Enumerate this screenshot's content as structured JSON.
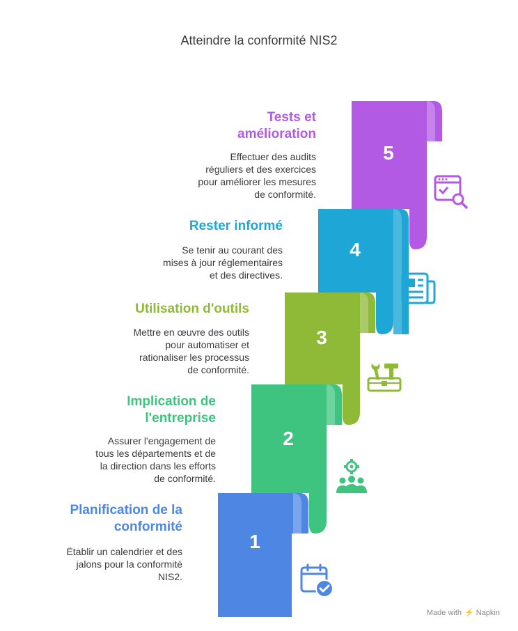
{
  "title": "Atteindre la conformité NIS2",
  "steps": [
    {
      "number": "1",
      "title_line1": "Planification de la",
      "title_line2": "conformité",
      "desc": [
        "Établir un calendrier et des",
        "jalons pour la conformité",
        "NIS2."
      ],
      "color": "#4e86e4",
      "icon": "calendar-check-icon"
    },
    {
      "number": "2",
      "title_line1": "Implication de",
      "title_line2": "l'entreprise",
      "desc": [
        "Assurer l'engagement de",
        "tous les départements et de",
        "la direction dans les efforts",
        "de conformité."
      ],
      "color": "#3ec47f",
      "icon": "team-gear-icon"
    },
    {
      "number": "3",
      "title_line1": "Utilisation d'outils",
      "title_line2": "",
      "desc": [
        "Mettre en œuvre des outils",
        "pour automatiser et",
        "rationaliser les processus",
        "de conformité."
      ],
      "color": "#8fba37",
      "icon": "toolbox-icon"
    },
    {
      "number": "4",
      "title_line1": "Rester informé",
      "title_line2": "",
      "desc": [
        "Se tenir au courant des",
        "mises à jour réglementaires",
        "et des directives."
      ],
      "color": "#1ea7d6",
      "icon": "newspaper-icon"
    },
    {
      "number": "5",
      "title_line1": "Tests et",
      "title_line2": "amélioration",
      "desc": [
        "Effectuer des audits",
        "réguliers et des exercices",
        "pour améliorer les mesures",
        "de conformité."
      ],
      "color": "#b25ae4",
      "icon": "browser-check-search-icon"
    }
  ],
  "footer": {
    "made_with": "Made with",
    "brand": "Napkin"
  }
}
